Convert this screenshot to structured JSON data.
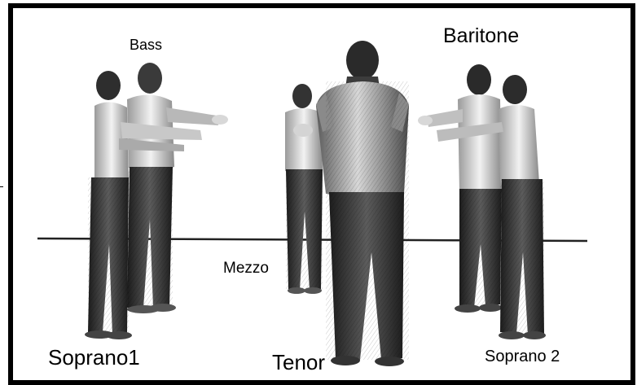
{
  "labels": {
    "bass": "Bass",
    "baritone": "Baritone",
    "mezzo": "Mezzo",
    "soprano1": "Soprano1",
    "tenor": "Tenor",
    "soprano2": "Soprano 2"
  },
  "colors": {
    "frame": "#000000",
    "background": "#ffffff",
    "figure_dark": "#2a2a2a",
    "figure_mid": "#6a6a6a",
    "figure_light": "#e8e8e8"
  }
}
